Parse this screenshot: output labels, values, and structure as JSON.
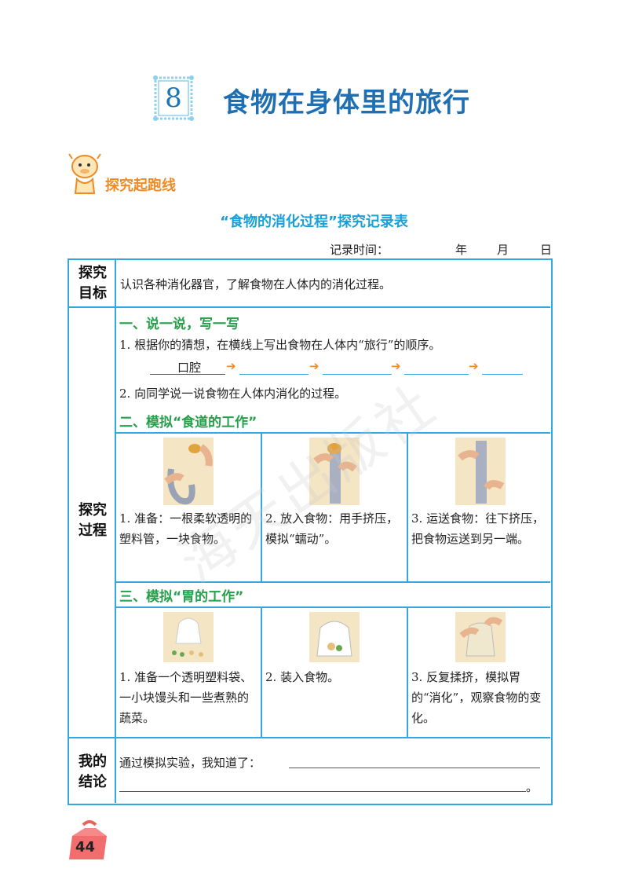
{
  "header": {
    "chapter_number": "8",
    "chapter_title": "食物在身体里的旅行"
  },
  "section": {
    "label": "探究起跑线"
  },
  "table": {
    "title": "“食物的消化过程”探究记录表",
    "record_time_label": "记录时间：",
    "year": "年",
    "month": "月",
    "day": "日",
    "rows": {
      "goal": {
        "label_line1": "探究",
        "label_line2": "目标",
        "text": "认识各种消化器官，了解食物在人体内的消化过程。"
      },
      "process": {
        "label_line1": "探究",
        "label_line2": "过程",
        "part1": {
          "heading": "一、说一说，写一写",
          "item1": "1. 根据你的猜想，在横线上写出食物在人体内“旅行”的顺序。",
          "first_blank": "口腔",
          "arrow": "➔",
          "item2": "2. 向同学说一说食物在人体内消化的过程。"
        },
        "part2": {
          "heading": "二、模拟“食道的工作”",
          "steps": [
            "1. 准备：一根柔软透明的塑料管，一块食物。",
            "2. 放入食物：用手挤压，模拟“蠕动”。",
            "3. 运送食物：往下挤压，把食物运送到另一端。"
          ]
        },
        "part3": {
          "heading": "三、模拟“胃的工作”",
          "steps": [
            "1. 准备一个透明塑料袋、一小块馒头和一些煮熟的蔬菜。",
            "2. 装入食物。",
            "3. 反复揉挤，模拟胃的“消化”，观察食物的变化。"
          ]
        }
      },
      "conclusion": {
        "label_line1": "我的",
        "label_line2": "结论",
        "text": "通过模拟实验，我知道了：",
        "end_mark": "。"
      }
    }
  },
  "watermark": "海天出版社",
  "page_number": "44",
  "colors": {
    "title_blue": "#1f6fb2",
    "table_border": "#35a7de",
    "heading_green": "#26a04a",
    "accent_orange": "#f08a24"
  }
}
